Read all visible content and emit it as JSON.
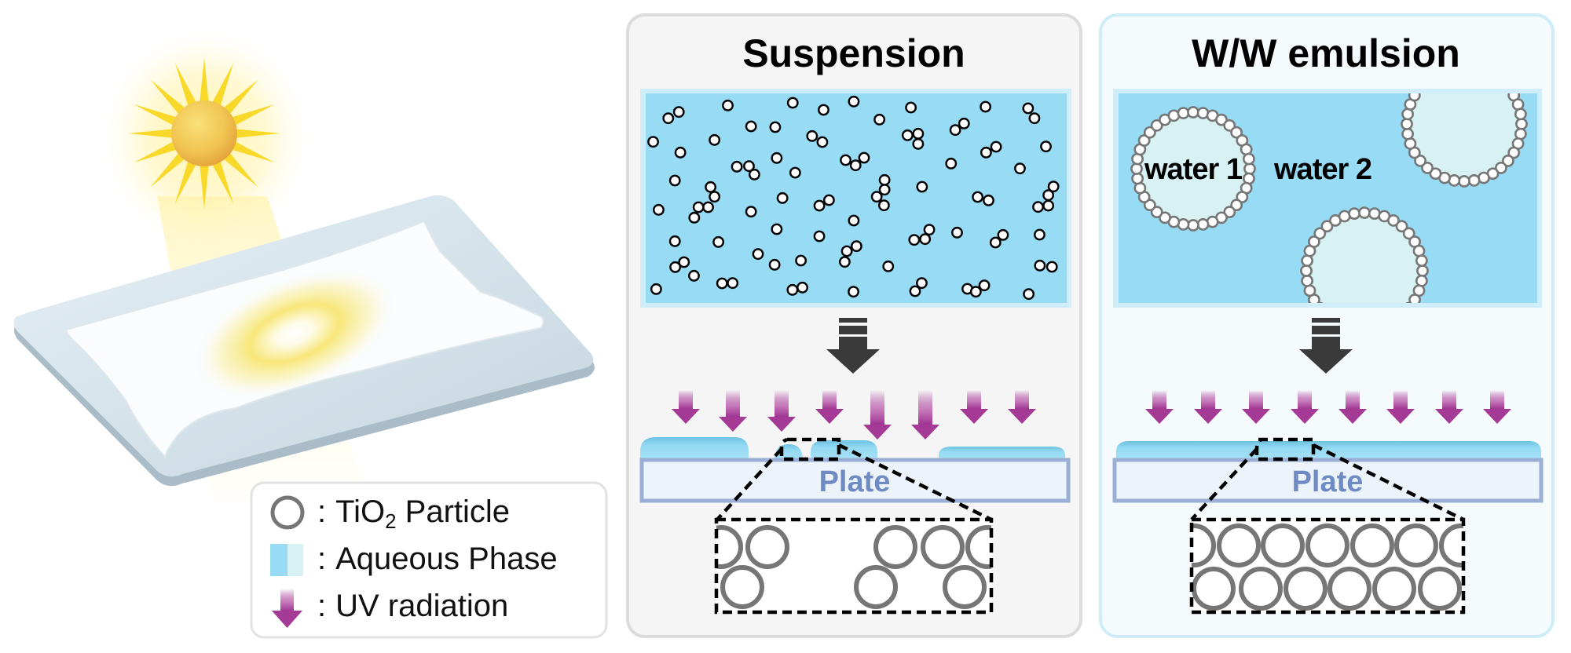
{
  "figure": {
    "description": "Schematic comparing TiO2 suspension vs W/W emulsion coating under UV radiation"
  },
  "legend": {
    "items": [
      {
        "symbol": "circle-icon",
        "separator": ":",
        "label_main": "TiO",
        "label_sub": "2",
        "label_rest": " Particle"
      },
      {
        "symbol": "aqueous-swatch-icon",
        "separator": ":",
        "label_main": "Aqueous Phase",
        "label_sub": "",
        "label_rest": ""
      },
      {
        "symbol": "uv-arrow-icon",
        "separator": ":",
        "label_main": "UV radiation",
        "label_sub": "",
        "label_rest": ""
      }
    ]
  },
  "panels": {
    "suspension": {
      "title": "Suspension",
      "plate_label": "Plate"
    },
    "emulsion": {
      "title": "W/W emulsion",
      "plate_label": "Plate",
      "inner_phase_label": "water 1",
      "outer_phase_label": "water 2"
    }
  },
  "colors": {
    "aqueous_outer": "#97dbf5",
    "aqueous_inner": "#d8f1f3",
    "aqueous_border": "#cfeefa",
    "particle_stroke_dark": "#000000",
    "particle_stroke_gray": "#767676",
    "uv_arrow": "#a43a96",
    "plate_fill": "#edf3fb",
    "plate_border": "#9aaed6",
    "plate_text": "#6f8bc4",
    "process_arrow": "#3a3a3a",
    "suspension_panel_bg": "#f5f5f5",
    "suspension_panel_border": "#dcdcdc",
    "emulsion_panel_bg": "#f5fbfc",
    "emulsion_panel_border": "#cfedf8",
    "sun_ray": "#f8d92a",
    "sun_core_light": "#f8dc6a",
    "sun_core_dark": "#e5a23a"
  }
}
